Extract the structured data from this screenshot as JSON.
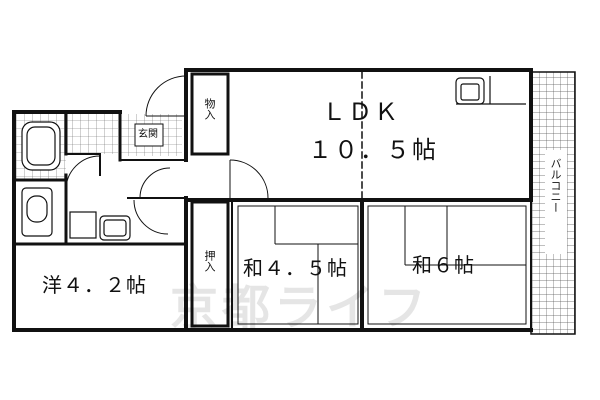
{
  "rooms": {
    "ldk_name": "ＬＤＫ",
    "ldk_size": "１０．５帖",
    "washitsu_a": "和４．５帖",
    "washitsu_b": "和６帖",
    "yoshitsu": "洋４．２帖",
    "storage_top": "物入",
    "storage_mid": "押入",
    "entrance": "玄関",
    "balcony": "バルコニー"
  },
  "watermark": "京都ライフ",
  "colors": {
    "wall": "#111111",
    "background": "#ffffff",
    "tile": "#444444"
  }
}
